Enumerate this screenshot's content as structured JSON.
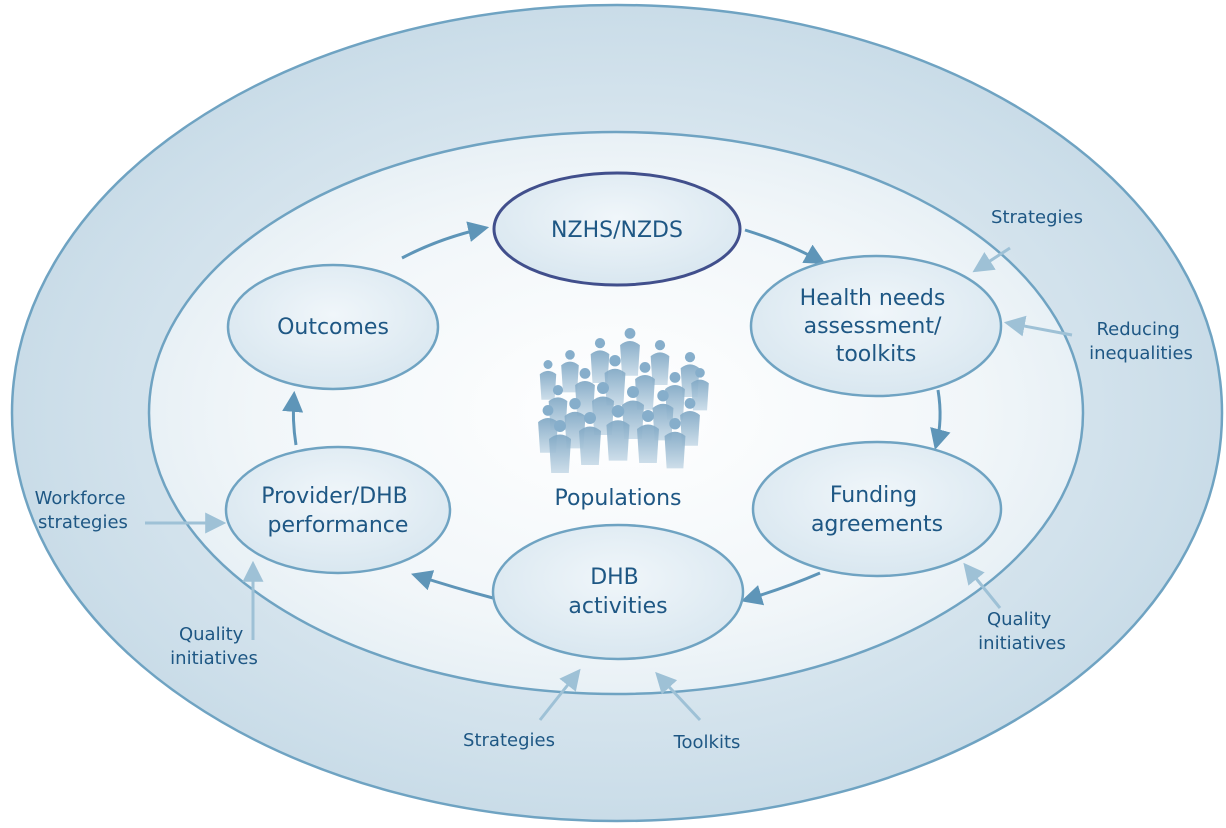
{
  "colors": {
    "outer_fill": "#dce9f1",
    "outer_stroke": "#6fa3c2",
    "inner_fill": "#eef4f8",
    "inner_stroke": "#6fa3c2",
    "node_fill": "#e3eef5",
    "node_stroke": "#6fa3c2",
    "primary_node_stroke": "#414f8c",
    "cycle_arrow": "#5e95b8",
    "input_arrow": "#9ec1d6",
    "text": "#1e5784"
  },
  "cycle": {
    "nzhs": [
      "NZHS/NZDS"
    ],
    "health_needs": [
      "Health needs",
      "assessment/",
      "toolkits"
    ],
    "funding": [
      "Funding",
      "agreements"
    ],
    "dhb_activities": [
      "DHB",
      "activities"
    ],
    "provider_performance": [
      "Provider/DHB",
      "performance"
    ],
    "outcomes": [
      "Outcomes"
    ]
  },
  "center": {
    "populations": "Populations",
    "crowd_icon": "crowd-of-people-icon"
  },
  "inputs": {
    "strategies_top": [
      "Strategies"
    ],
    "reducing_inequalities": [
      "Reducing",
      "inequalities"
    ],
    "quality_right": [
      "Quality",
      "initiatives"
    ],
    "toolkits_bottom": [
      "Toolkits"
    ],
    "strategies_bottom": [
      "Strategies"
    ],
    "quality_left": [
      "Quality",
      "initiatives"
    ],
    "workforce": [
      "Workforce",
      "strategies"
    ]
  }
}
